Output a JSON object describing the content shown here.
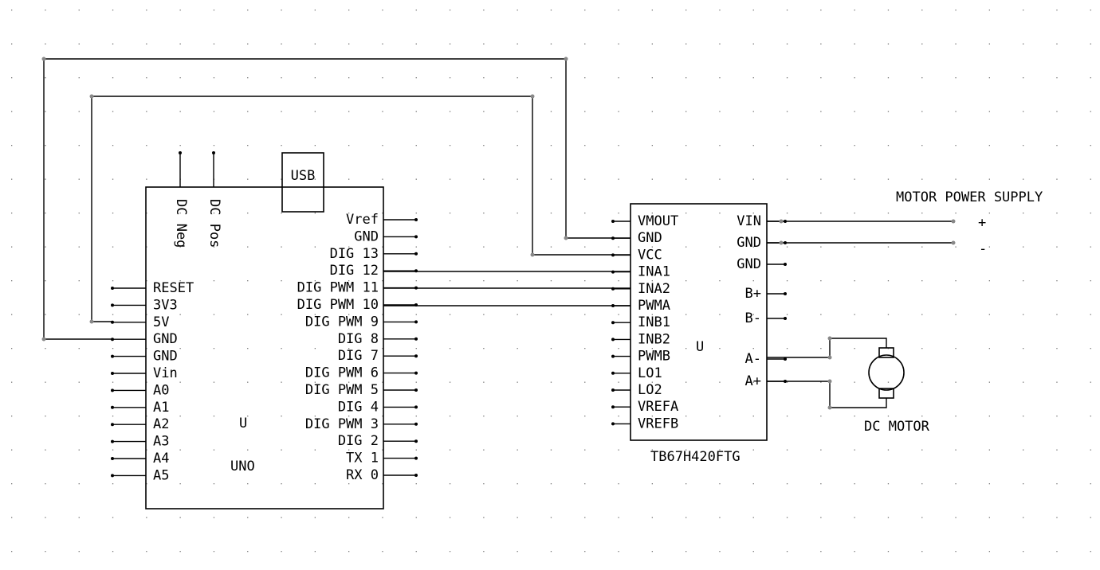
{
  "uno": {
    "ref": "U",
    "value": "UNO",
    "usb_label": "USB",
    "dc_neg": "DC Neg",
    "dc_pos": "DC Pos",
    "left_pins": [
      "RESET",
      "3V3",
      "5V",
      "GND",
      "GND",
      "Vin",
      "A0",
      "A1",
      "A2",
      "A3",
      "A4",
      "A5"
    ],
    "right_pins": [
      "Vref",
      "GND",
      "DIG 13",
      "DIG 12",
      "DIG PWM 11",
      "DIG PWM 10",
      "DIG PWM 9",
      "DIG 8",
      "DIG 7",
      "DIG PWM 6",
      "DIG PWM 5",
      "DIG 4",
      "DIG PWM 3",
      "DIG 2",
      "TX 1",
      "RX 0"
    ]
  },
  "driver": {
    "ref": "U",
    "value": "TB67H420FTG",
    "left_pins": [
      "VMOUT",
      "GND",
      "VCC",
      "INA1",
      "INA2",
      "PWMA",
      "INB1",
      "INB2",
      "PWMB",
      "LO1",
      "LO2",
      "VREFA",
      "VREFB"
    ],
    "right_pins": [
      "VIN",
      "GND",
      "GND",
      "B+",
      "B-",
      "A-",
      "A+"
    ]
  },
  "power_supply": {
    "title": "MOTOR POWER SUPPLY",
    "plus": "+",
    "minus": "-"
  },
  "motor": {
    "label": "DC MOTOR"
  }
}
